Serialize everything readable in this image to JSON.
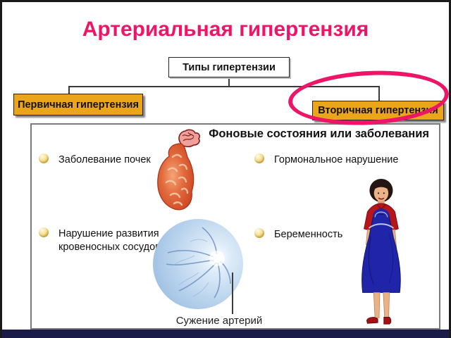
{
  "slide": {
    "title": "Артериальная гипертензия"
  },
  "flowchart": {
    "root_label": "Типы гипертензии",
    "primary_label": "Первичная гипертензия",
    "secondary_label": "Вторичная гипертензия",
    "highlighted_branch": "Вторичная гипертензия"
  },
  "panel": {
    "header": "Фоновые состояния или заболевания",
    "items": [
      {
        "label": "Заболевание почек"
      },
      {
        "label": "Гормональное нарушение"
      },
      {
        "label": "Нарушение развития кровеносных сосудов"
      },
      {
        "label": "Беременность"
      }
    ],
    "fundus_caption": "Сужение артерий"
  },
  "icons": {
    "bullet": "golden-sphere-bullet",
    "kidney": "diseased-kidney-illustration",
    "fundus": "eye-fundus-illustration",
    "pregnant_woman": "pregnant-woman-illustration"
  },
  "colors": {
    "title_text": "#ED1568",
    "highlight_ellipse": "#ED1568",
    "box_fill": "#EAA51B",
    "panel_border": "#7A7A7A",
    "bottom_bar": "#1B1B4A"
  }
}
